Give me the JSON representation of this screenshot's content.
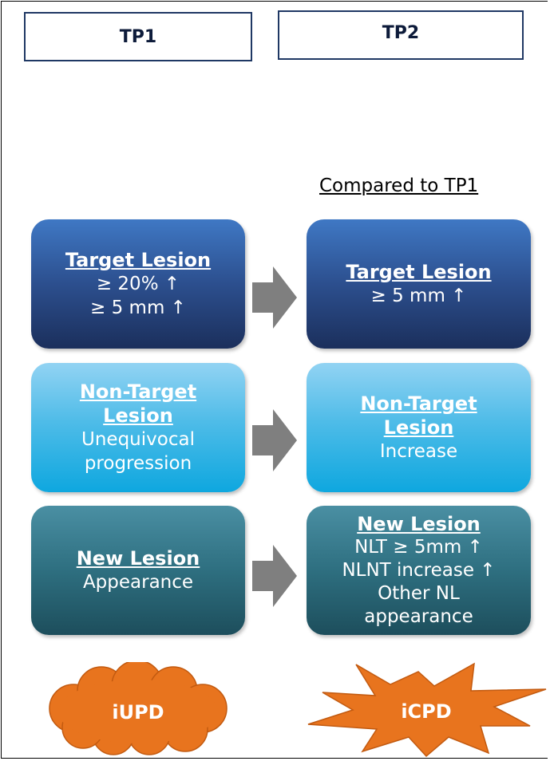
{
  "header": {
    "tp1": "TP1",
    "tp2": "TP2"
  },
  "compared_label": "Compared to TP1",
  "rows": [
    {
      "left": {
        "head": "Target Lesion",
        "lines": [
          "≥ 20% ↑",
          "≥ 5 mm ↑"
        ]
      },
      "right": {
        "head": "Target Lesion",
        "lines": [
          "≥ 5 mm ↑"
        ]
      }
    },
    {
      "left": {
        "head": "Non-Target Lesion",
        "lines": [
          "Unequivocal",
          "progression"
        ]
      },
      "right": {
        "head": "Non-Target Lesion",
        "lines": [
          "Increase"
        ]
      }
    },
    {
      "left": {
        "head": "New Lesion",
        "lines": [
          "Appearance"
        ]
      },
      "right": {
        "head": "New Lesion",
        "lines": [
          "NLT ≥ 5mm ↑",
          "NLNT increase ↑",
          "Other NL",
          "appearance"
        ]
      }
    }
  ],
  "outcomes": {
    "left": "iUPD",
    "right": "iCPD"
  },
  "colors": {
    "target": "#2c4f8e",
    "non_target": "#4fbce8",
    "new_lesion": "#2e6f80",
    "arrow": "#7f7f7f",
    "outcome": "#e8741e",
    "tp_border": "#1f3864"
  }
}
